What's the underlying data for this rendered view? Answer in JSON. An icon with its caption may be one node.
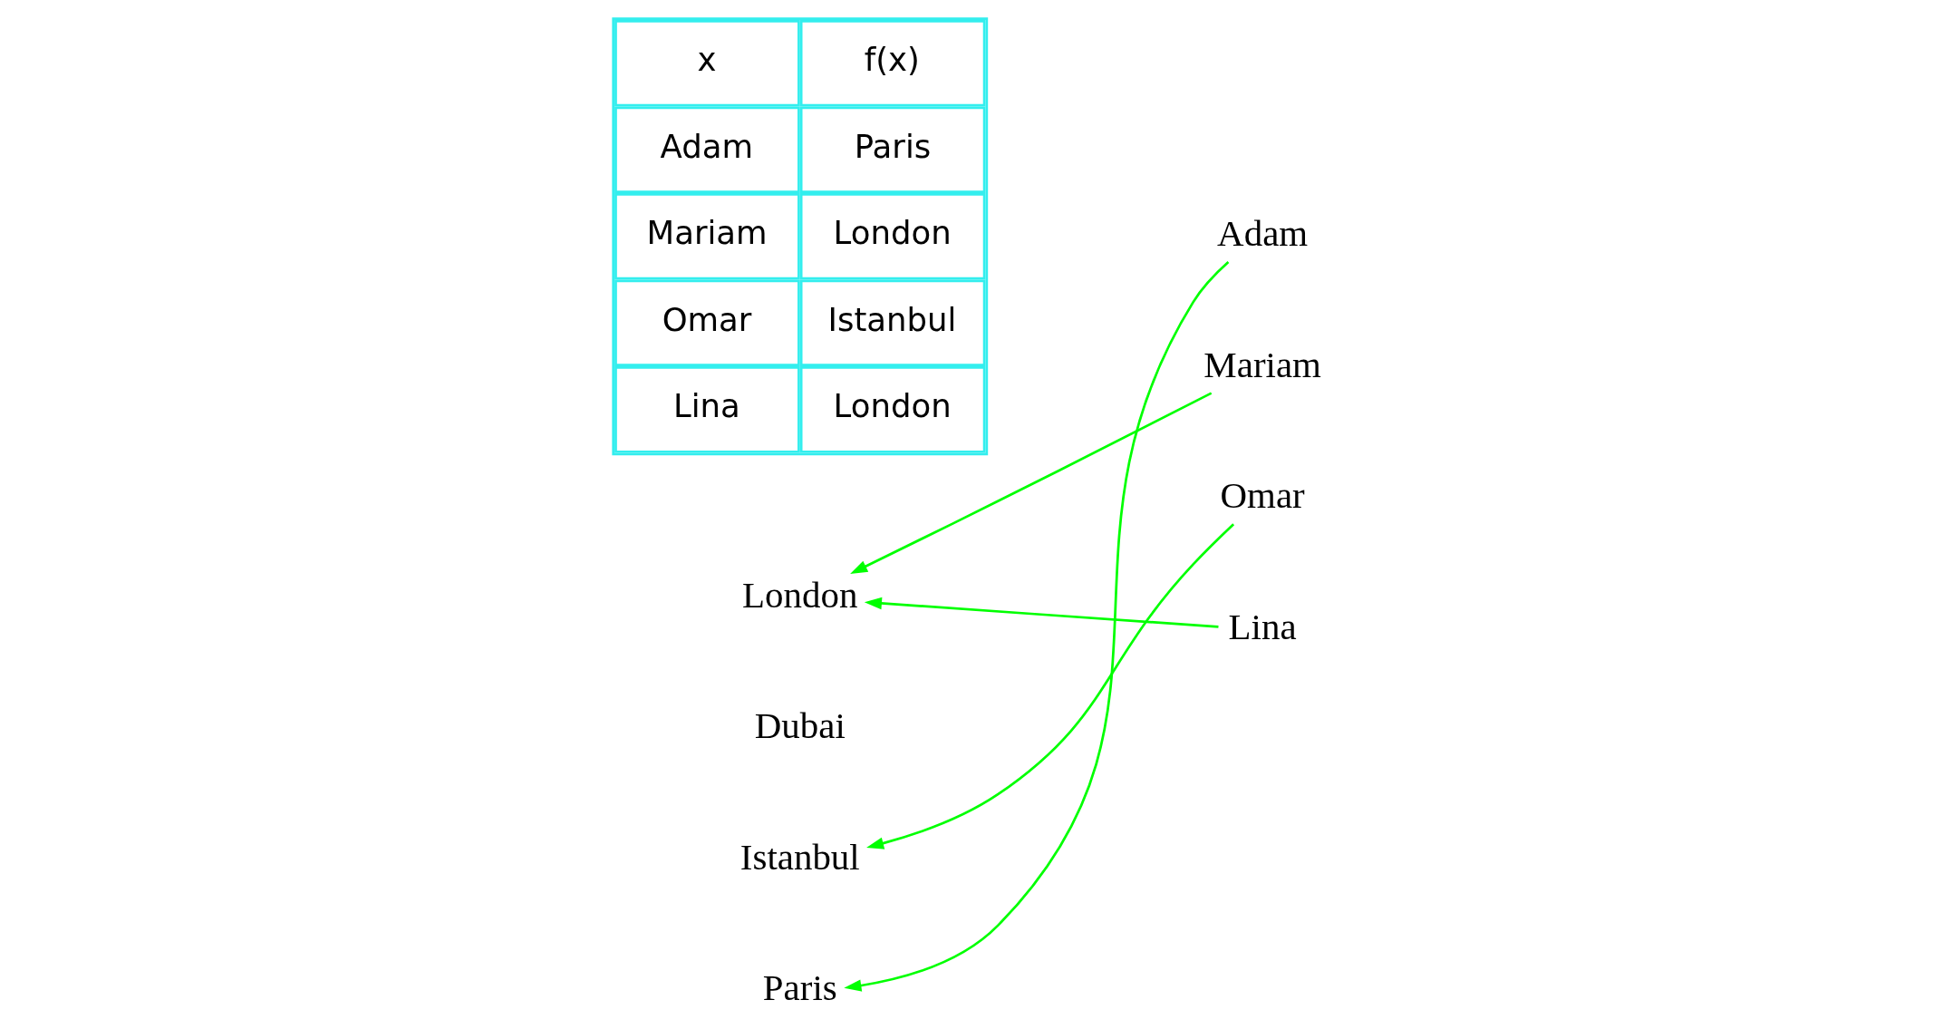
{
  "diagram": {
    "nodes": [
      {
        "text": [
          "Adam"
        ]
      },
      {
        "text": [
          "Mariam"
        ]
      },
      {
        "text": [
          "Omar"
        ]
      },
      {
        "text": [
          "Lina"
        ]
      },
      {
        "text": [
          "London"
        ]
      },
      {
        "text": [
          "Dubai"
        ]
      },
      {
        "text": [
          "Istanbul"
        ]
      },
      {
        "text": [
          "Paris"
        ]
      }
    ],
    "edges": [
      {
        "from": 0,
        "to": 7,
        "arrow": "to"
      },
      {
        "from": 1,
        "to": 4,
        "arrow": "to"
      },
      {
        "from": 2,
        "to": 6,
        "arrow": "to"
      },
      {
        "from": 3,
        "to": 4,
        "arrow": "to"
      }
    ],
    "labels": [
      "x",
      "f(x)",
      "Adam",
      "Paris",
      "Mariam",
      "London",
      "Omar",
      "Istanbul",
      "Lina",
      "London"
    ]
  }
}
